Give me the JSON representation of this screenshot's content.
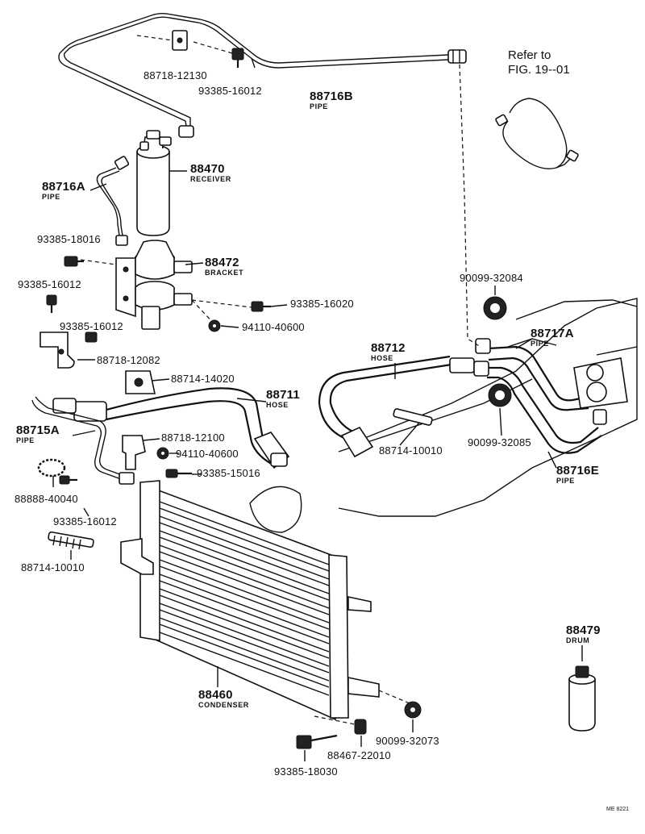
{
  "reference_note": {
    "line1": "Refer to",
    "line2": "FIG. 19--01"
  },
  "diagram_code": "ME 8221",
  "parts": {
    "p88716B": {
      "number": "88716B",
      "name": "PIPE"
    },
    "p88470": {
      "number": "88470",
      "name": "RECEIVER"
    },
    "p88716A": {
      "number": "88716A",
      "name": "PIPE"
    },
    "p88472": {
      "number": "88472",
      "name": "BRACKET"
    },
    "p88712": {
      "number": "88712",
      "name": "HOSE"
    },
    "p88711": {
      "number": "88711",
      "name": "HOSE"
    },
    "p88717A": {
      "number": "88717A",
      "name": "PIPE"
    },
    "p88715A": {
      "number": "88715A",
      "name": "PIPE"
    },
    "p88716E": {
      "number": "88716E",
      "name": "PIPE"
    },
    "p88460": {
      "number": "88460",
      "name": "CONDENSER"
    },
    "p88479": {
      "number": "88479",
      "name": "DRUM"
    }
  },
  "labels": {
    "l88718_12130": "88718-12130",
    "l93385_16012_top": "93385-16012",
    "l93385_18016": "93385-18016",
    "l93385_16012_a": "93385-16012",
    "l93385_16012_b": "93385-16012",
    "l93385_16020": "93385-16020",
    "l94110_40600_top": "94110-40600",
    "l88718_12082": "88718-12082",
    "l88714_14020": "88714-14020",
    "l90099_32084": "90099-32084",
    "l88718_12100": "88718-12100",
    "l94110_40600_mid": "94110-40600",
    "l93385_15016": "93385-15016",
    "l88888_40040": "88888-40040",
    "l93385_16012_c": "93385-16012",
    "l88714_10010_mid": "88714-10010",
    "l90099_32085": "90099-32085",
    "l88714_10010_left": "88714-10010",
    "l90099_32073": "90099-32073",
    "l88467_22010": "88467-22010",
    "l93385_18030": "93385-18030"
  }
}
